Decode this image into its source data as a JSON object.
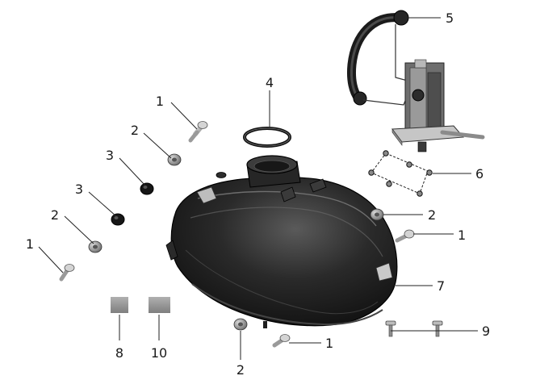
{
  "diagram": {
    "callouts": {
      "c1a": "1",
      "c2a": "2",
      "c3a": "3",
      "c3b": "3",
      "c2b": "2",
      "c1b": "1",
      "c4": "4",
      "c5": "5",
      "c6": "6",
      "c2c": "2",
      "c1c": "1",
      "c7": "7",
      "c8": "8",
      "c10": "10",
      "c2d": "2",
      "c1d": "1",
      "c9": "9"
    }
  }
}
